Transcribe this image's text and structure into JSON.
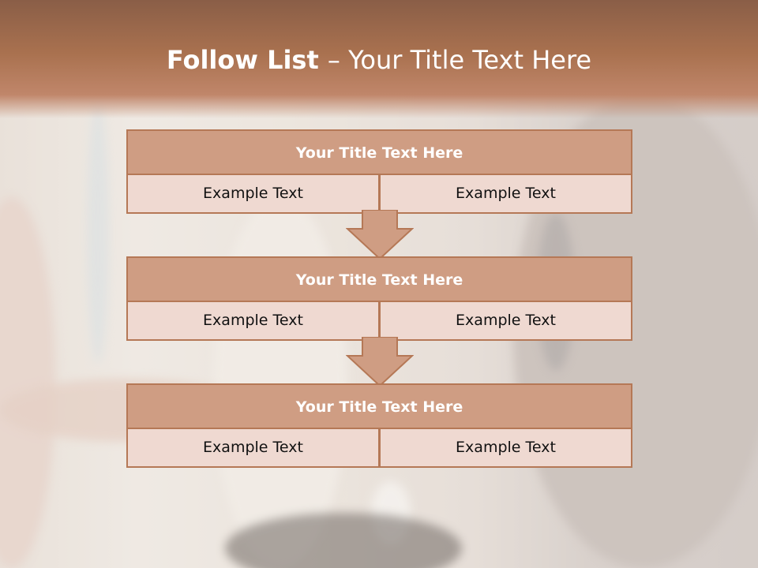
{
  "slide": {
    "title_bold": "Follow List ",
    "title_rest": " – Your Title Text Here"
  },
  "colors": {
    "header": "#a9714f",
    "box_title_fill": "#cf9d83",
    "box_cell_fill": "#efd9d1",
    "box_border": "#b57856",
    "arrow_fill": "#cf9d83"
  },
  "blocks": [
    {
      "title": "Your Title Text Here",
      "left_text": "Example Text",
      "right_text": "Example Text"
    },
    {
      "title": "Your Title Text Here",
      "left_text": "Example Text",
      "right_text": "Example Text"
    },
    {
      "title": "Your Title Text Here",
      "left_text": "Example Text",
      "right_text": "Example Text"
    }
  ]
}
